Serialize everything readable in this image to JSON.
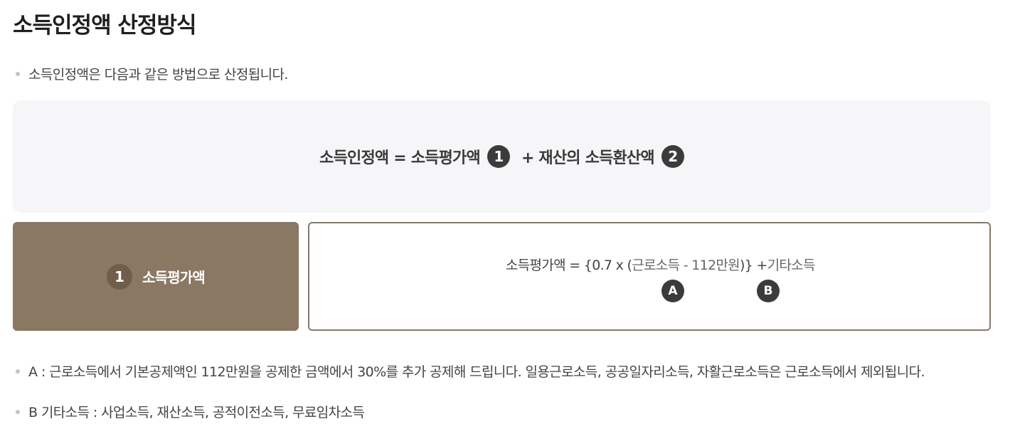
{
  "page": {
    "title": "소득인정액 산정방식"
  },
  "intro": {
    "text": "소득인정액은 다음과 같은 방법으로 산정됩니다."
  },
  "formula": {
    "part1": "소득인정액 = 소득평가액",
    "badge1": "1",
    "part2": "+ 재산의 소득환산액",
    "badge2": "2"
  },
  "section1": {
    "badge": "1",
    "label": "소득평가액",
    "formula_prefix": "소득평가액 = {0.7 x (",
    "formula_labor": "근로소득 - 112만원",
    "formula_suffix": ")} +",
    "formula_other": "기타소득",
    "marker_a": "A",
    "marker_b": "B"
  },
  "notes": [
    {
      "text": "A : 근로소득에서 기본공제액인 112만원을 공제한 금액에서 30%를 추가 공제해 드립니다. 일용근로소득, 공공일자리소득, 자활근로소득은 근로소득에서 제외됩니다."
    },
    {
      "text": "B 기타소득 : 사업소득, 재산소득, 공적이전소득, 무료임차소득"
    }
  ],
  "colors": {
    "accent_brown": "#8a7862",
    "badge_dark": "#3b3b3b",
    "formula_bg": "#f6f6f8"
  }
}
